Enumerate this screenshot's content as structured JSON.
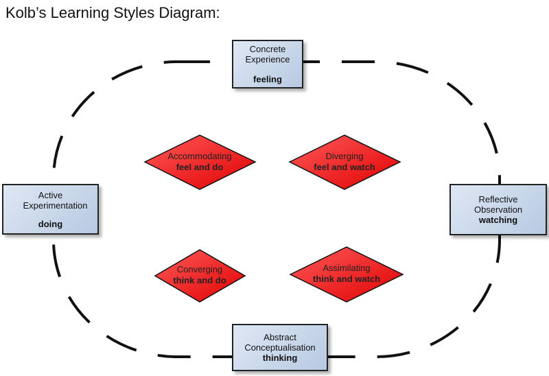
{
  "title": "Kolb’s Learning Styles Diagram:",
  "stages": {
    "concrete": {
      "name": "Concrete Experience",
      "mode": "feeling"
    },
    "active": {
      "name": "Active Experimentation",
      "mode": "doing"
    },
    "reflective": {
      "name": "Reflective Observation",
      "mode": "watching"
    },
    "abstract": {
      "name": "Abstract Conceptualisation",
      "mode": "thinking"
    }
  },
  "styles": {
    "accommodating": {
      "name": "Accommodating",
      "desc": "feel and do"
    },
    "diverging": {
      "name": "Diverging",
      "desc": "feel and watch"
    },
    "converging": {
      "name": "Converging",
      "desc": "think and do"
    },
    "assimilating": {
      "name": "Assimilating",
      "desc": "think and watch"
    }
  },
  "colors": {
    "diamond": "#ee1111",
    "box": "#c8d6ea"
  }
}
